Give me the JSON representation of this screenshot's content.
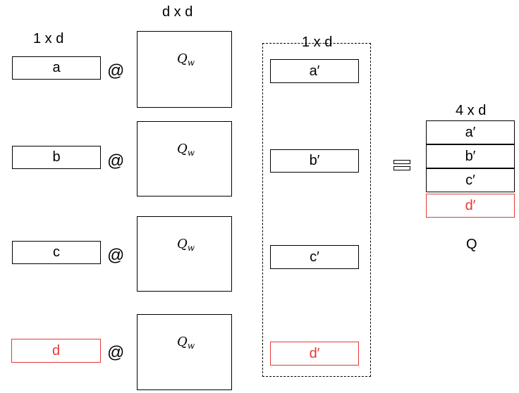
{
  "headers": {
    "input_dim": "1 x d",
    "weight_dim": "d x d",
    "output_dim": "1 x d",
    "stack_dim": "4 x d"
  },
  "operator": "@",
  "inputs": [
    {
      "label": "a",
      "highlight": false
    },
    {
      "label": "b",
      "highlight": false
    },
    {
      "label": "c",
      "highlight": false
    },
    {
      "label": "d",
      "highlight": true
    }
  ],
  "weight": {
    "symbol": "Q",
    "subscript": "w"
  },
  "outputs": [
    {
      "label": "a′",
      "highlight": false
    },
    {
      "label": "b′",
      "highlight": false
    },
    {
      "label": "c′",
      "highlight": false
    },
    {
      "label": "d′",
      "highlight": true
    }
  ],
  "result": {
    "rows": [
      {
        "label": "a′",
        "highlight": false
      },
      {
        "label": "b′",
        "highlight": false
      },
      {
        "label": "c′",
        "highlight": false
      },
      {
        "label": "d′",
        "highlight": true
      }
    ],
    "name": "Q"
  },
  "colors": {
    "highlight": "#e53935",
    "stroke": "#000000"
  }
}
